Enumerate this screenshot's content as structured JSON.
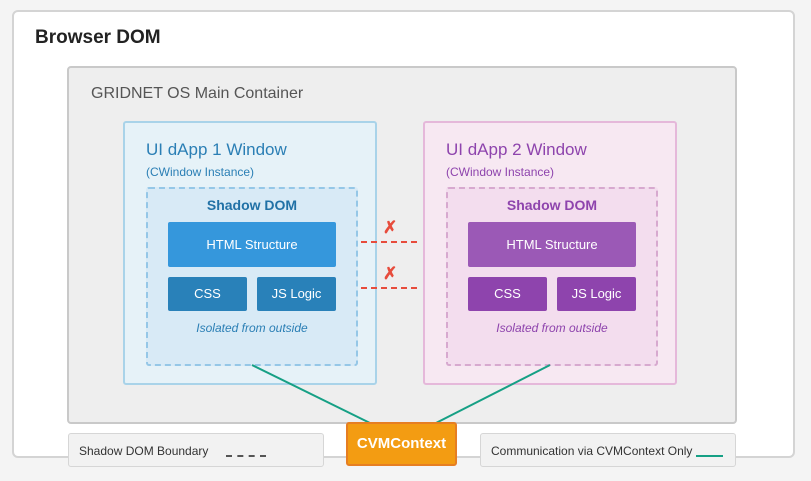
{
  "browser": {
    "title": "Browser DOM"
  },
  "os_container": {
    "title": "GRIDNET OS Main Container"
  },
  "windows": [
    {
      "title": "UI dApp 1 Window",
      "subtitle": "(CWindow Instance)",
      "shadow_dom": {
        "title": "Shadow DOM",
        "html_label": "HTML Structure",
        "css_label": "CSS",
        "js_label": "JS Logic",
        "note": "Isolated from outside"
      },
      "accent": "#2b7fb5"
    },
    {
      "title": "UI dApp 2 Window",
      "subtitle": "(CWindow Instance)",
      "shadow_dom": {
        "title": "Shadow DOM",
        "html_label": "HTML Structure",
        "css_label": "CSS",
        "js_label": "JS Logic",
        "note": "Isolated from outside"
      },
      "accent": "#8e44ad"
    }
  ],
  "blocked_markers": [
    "✗",
    "✗"
  ],
  "cvm_context": {
    "label": "CVMContext"
  },
  "legend": {
    "boundary_label": "Shadow DOM Boundary",
    "communication_label": "Communication via CVMContext Only"
  },
  "colors": {
    "blocked": "#e74c3c",
    "connector": "#16a085",
    "cvm_fill": "#f39c12"
  },
  "icons": {
    "blocked": "cross-icon",
    "boundary": "dashed-line-icon",
    "communication": "solid-line-icon"
  }
}
